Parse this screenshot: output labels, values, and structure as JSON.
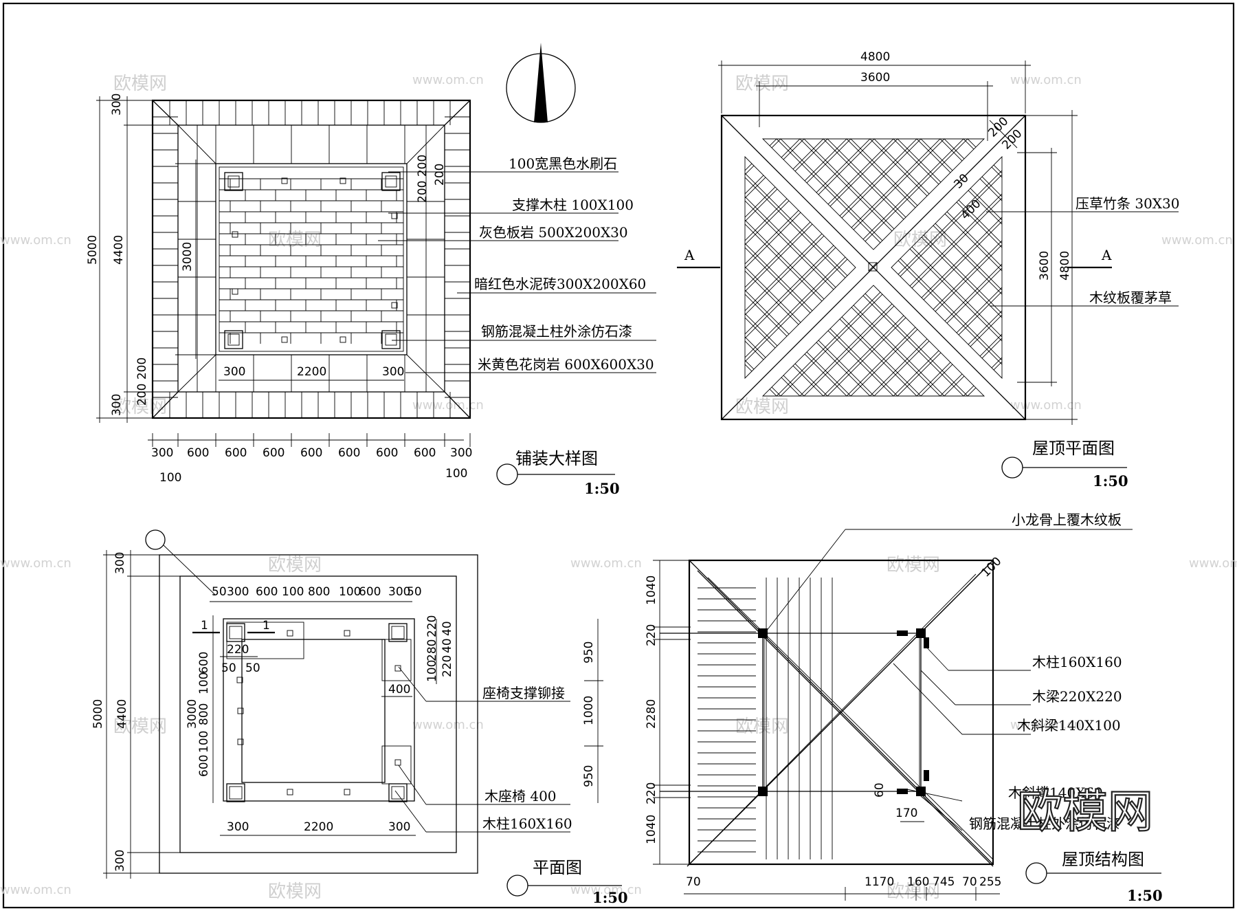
{
  "watermark": {
    "logo": "欧模网",
    "url": "www.om.cn",
    "big": "欧模网"
  },
  "paving": {
    "title": "铺装大样图",
    "scale": "1:50",
    "labels": [
      "100宽黑色水刷石",
      "支撑木柱 100X100",
      "灰色板岩  500X200X30",
      "暗红色水泥砖300X200X60",
      "钢筋混凝土柱外涂仿石漆",
      "米黄色花岗岩 600X600X30"
    ],
    "dims_bottom": [
      "300",
      "600",
      "600",
      "600",
      "600",
      "600",
      "600",
      "600",
      "300"
    ],
    "dims_bottom_sub": [
      "100",
      "100"
    ],
    "dims_left": [
      "300",
      "5000",
      "4400",
      "3000",
      "300",
      "200 200"
    ],
    "dims_inner": [
      "300",
      "2200",
      "300"
    ],
    "dims_right": [
      "200 200",
      "200"
    ]
  },
  "roof_plan": {
    "title": "屋顶平面图",
    "scale": "1:50",
    "labels": [
      "压草竹条 30X30",
      "木纹板覆茅草"
    ],
    "dims_top": [
      "4800",
      "3600"
    ],
    "dims_right": [
      "3600",
      "4800"
    ],
    "dims_diag": [
      "200",
      "200",
      "30",
      "400"
    ],
    "section_marks": [
      "A",
      "A"
    ]
  },
  "plan": {
    "title": "平面图",
    "scale": "1:50",
    "labels": [
      "座椅支撑铆接",
      "木座椅 400",
      "木柱160X160"
    ],
    "dims_top": [
      "50",
      "300",
      "600",
      "100",
      "800",
      "100",
      "600",
      "300",
      "50"
    ],
    "dims_left": [
      "300",
      "5000",
      "4400",
      "3000",
      "300"
    ],
    "dims_left_inner": [
      "600",
      "100",
      "800",
      "100",
      "600"
    ],
    "dims_col": [
      "220",
      "50",
      "50"
    ],
    "dims_right": [
      "950",
      "1000",
      "950"
    ],
    "dims_rvert": [
      "100",
      "280",
      "220",
      "40",
      "40",
      "220"
    ],
    "dims_seat": [
      "400"
    ],
    "dims_bottom": [
      "300",
      "2200",
      "300"
    ],
    "section_mark": "1"
  },
  "roof_struct": {
    "title": "屋顶结构图",
    "scale": "1:50",
    "labels": [
      "小龙骨上覆木纹板",
      "木柱160X160",
      "木梁220X220",
      "木斜梁140X100",
      "木斜撑140X60",
      "钢筋混凝土柱外涂仿石漆"
    ],
    "dims_left": [
      "1040",
      "220",
      "2280",
      "220",
      "1040"
    ],
    "dims_bottom": [
      "70",
      "1170",
      "160",
      "745",
      "70",
      "255"
    ],
    "dims_misc": [
      "100",
      "60",
      "170"
    ]
  }
}
